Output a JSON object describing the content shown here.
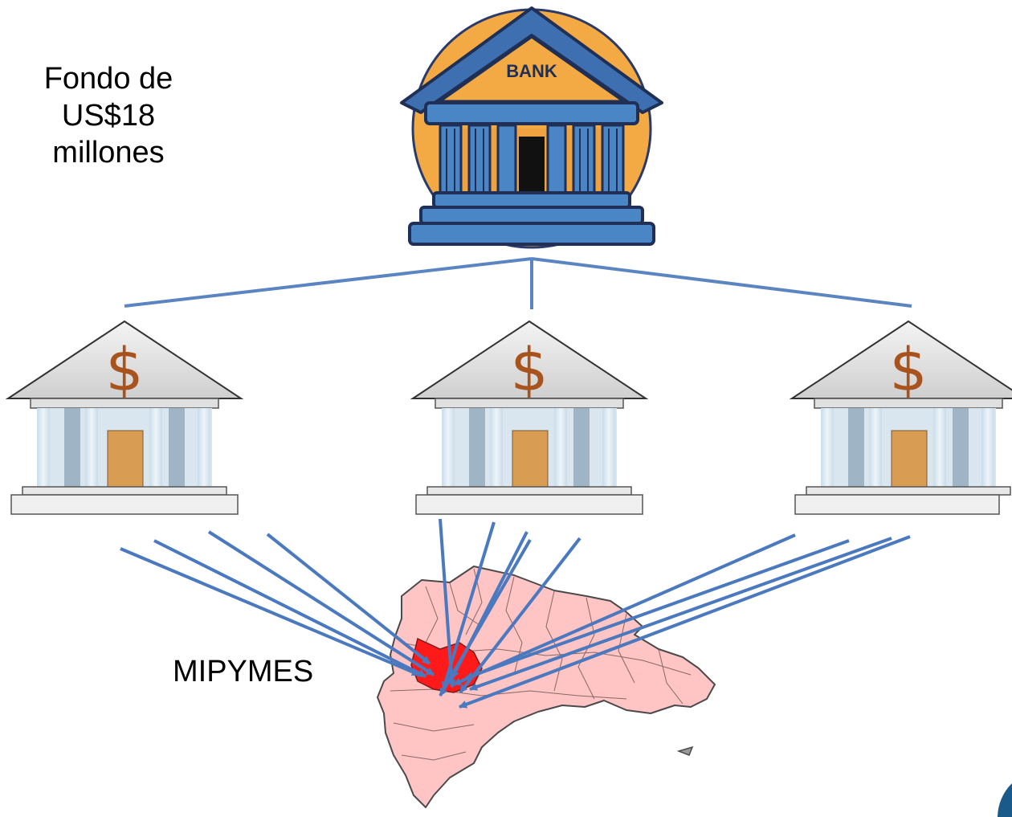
{
  "fund": {
    "line1": "Fondo de",
    "line2": "US$18",
    "line3": "millones"
  },
  "central_bank": {
    "sign_text": "BANK",
    "icon": "bank-building-icon"
  },
  "intermediary_banks": [
    {
      "icon": "bank-dollar-icon",
      "symbol": "$"
    },
    {
      "icon": "bank-dollar-icon",
      "symbol": "$"
    },
    {
      "icon": "bank-dollar-icon",
      "symbol": "$"
    }
  ],
  "recipients": {
    "label": "MIPYMES",
    "map_icon": "dominican-republic-map-icon",
    "highlight_color": "#ff1a1a",
    "map_color": "#ffc4c4"
  },
  "colors": {
    "connector": "#5b85c2",
    "arrow": "#4a79bf",
    "bank_blue": "#4a86c5",
    "bank_gold": "#f3aa45",
    "pediment": "#e6e6e6",
    "door": "#d89c52",
    "dollar": "#a8521d"
  }
}
